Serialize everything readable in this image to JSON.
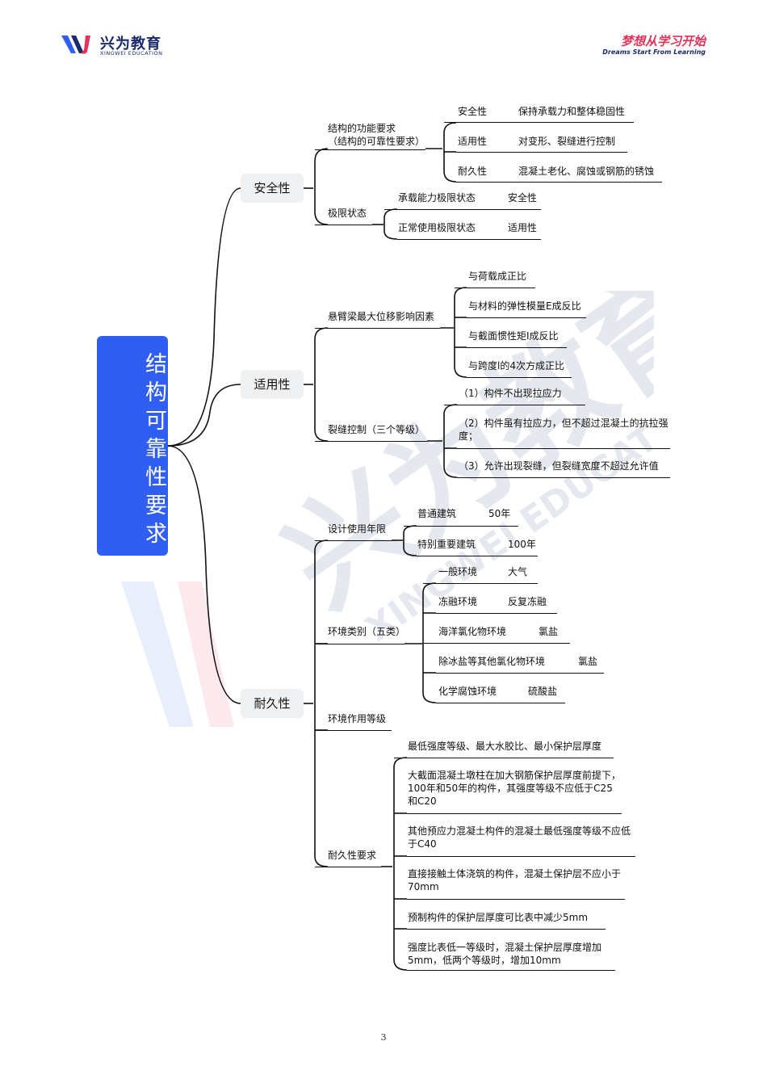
{
  "header": {
    "brand_cn": "兴为教育",
    "brand_en": "XINGWEI EDUCATION",
    "slogan_cn": "梦想从学习开始",
    "slogan_en": "Dreams Start From Learning",
    "brand_color": "#1b2a6b",
    "accent_color": "#e0345a"
  },
  "root": {
    "label": "结构可靠性要求",
    "color": "#2f5ef0"
  },
  "safety": {
    "label": "安全性",
    "func": {
      "line1": "结构的功能要求",
      "line2": "（结构的可靠性要求）"
    },
    "func_items": [
      {
        "k": "安全性",
        "v": "保持承载力和整体稳固性"
      },
      {
        "k": "适用性",
        "v": "对变形、裂缝进行控制"
      },
      {
        "k": "耐久性",
        "v": "混凝土老化、腐蚀或钢筋的锈蚀"
      }
    ],
    "limit": "极限状态",
    "limit_items": [
      {
        "k": "承载能力极限状态",
        "v": "安全性"
      },
      {
        "k": "正常使用极限状态",
        "v": "适用性"
      }
    ]
  },
  "serviceability": {
    "label": "适用性",
    "cantilever": "悬臂梁最大位移影响因素",
    "cantilever_items": [
      "与荷载成正比",
      "与材料的弹性模量E成反比",
      "与截面惯性矩I成反比",
      "与跨度l的4次方成正比"
    ],
    "crack": "裂缝控制（三个等级）",
    "crack_items": [
      "（1）构件不出现拉应力",
      "（2）构件虽有拉应力，但不超过混凝土的抗拉强度；",
      "（3）允许出现裂缝，但裂缝宽度不超过允许值"
    ]
  },
  "durability": {
    "label": "耐久性",
    "life": "设计使用年限",
    "life_items": [
      {
        "k": "普通建筑",
        "v": "50年"
      },
      {
        "k": "特别重要建筑",
        "v": "100年"
      }
    ],
    "env": "环境类别（五类）",
    "env_items": [
      {
        "k": "一般环境",
        "v": "大气"
      },
      {
        "k": "冻融环境",
        "v": "反复冻融"
      },
      {
        "k": "海洋氯化物环境",
        "v": "氯盐"
      },
      {
        "k": "除冰盐等其他氯化物环境",
        "v": "氯盐"
      },
      {
        "k": "化学腐蚀环境",
        "v": "硫酸盐"
      }
    ],
    "grade": "环境作用等级",
    "req": "耐久性要求",
    "req_items": [
      "最低强度等级、最大水胶比、最小保护层厚度",
      "大截面混凝土墩柱在加大钢筋保护层厚度前提下，100年和50年的构件，其强度等级不应低于C25和C20",
      "其他预应力混凝土构件的混凝土最低强度等级不应低于C40",
      "直接接触土体浇筑的构件，混凝土保护层不应小于70mm",
      "预制构件的保护层厚度可比表中减少5mm",
      "强度比表低一等级时，混凝土保护层厚度增加5mm，低两个等级时，增加10mm"
    ]
  },
  "footer": {
    "page": "3"
  }
}
